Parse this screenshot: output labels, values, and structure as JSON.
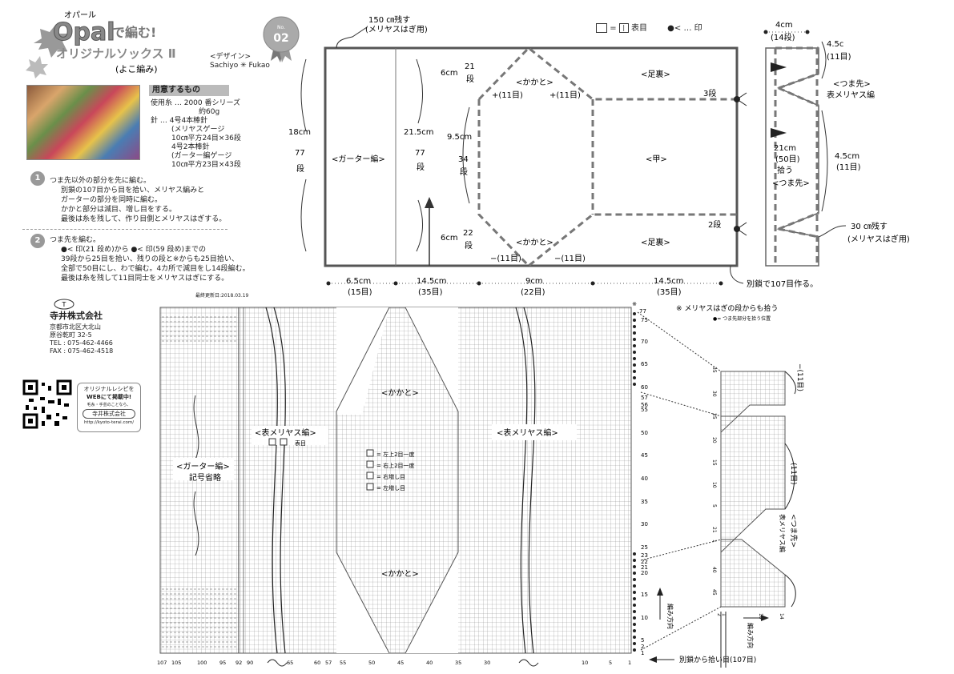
{
  "header": {
    "brand_small": "オパール",
    "brand": "Opal",
    "brand_suffix": "で編む!",
    "title": "オリジナルソックス Ⅱ",
    "subtitle": "(よこ編み)",
    "badge_label": "No.",
    "badge_number": "02",
    "designer_label": "<デザイン>",
    "designer_name": "Sachiyo ✳ Fukao"
  },
  "materials": {
    "title": "用意するもの",
    "yarn_label": "使用糸 … 2000 番シリーズ",
    "yarn_amount": "約60g",
    "needle_label": "針 … 4号4本棒針",
    "gauge1_title": "(メリヤスゲージ",
    "gauge1_value": "10㎝平方24目×36段",
    "needle2_label": "4号2本棒針",
    "gauge2_title": "(ガーター編ゲージ",
    "gauge2_value": "10㎝平方23目×43段"
  },
  "steps": [
    {
      "num": "1",
      "lines": [
        "つま先以外の部分を先に編む。",
        "別鎖の107目から目を拾い、メリヤス編みと",
        "ガーターの部分を同時に編む。",
        "かかと部分は減目、増し目をする。",
        "最後は糸を残して、作り目側とメリヤスはぎする。"
      ]
    },
    {
      "num": "2",
      "lines": [
        "つま先を編む。",
        "●< 印(21 段め)から ●< 印(59 段め)までの",
        "39段から25目を拾い、残りの段と※からも25目拾い、",
        "全部で50目にし、わで編む。4カ所で減目をし14段編む。",
        "最後は糸を残して11目同士をメリヤスはぎにする。"
      ]
    }
  ],
  "updated": "最終更新日:2018.03.19",
  "company": {
    "name": "寺井株式会社",
    "address1": "京都市北区大北山",
    "address2": "原谷乾町 32-5",
    "tel": "TEL : 075-462-4466",
    "fax": "FAX : 075-462-4518"
  },
  "web": {
    "line1": "オリジナルレシピを",
    "line2": "WEBにて掲載中!",
    "line3": "毛糸・手芸のことなら、",
    "line4": "寺井株式会社",
    "url": "http://kyoto-terai.com/"
  },
  "legend_top": {
    "plain": "表目",
    "mark": "… 印"
  },
  "schematic": {
    "leave_150": "150 ㎝残す",
    "leave_150_sub": "(メリヤスはぎ用)",
    "h18": "18cm",
    "h18_rows": "77",
    "h18_unit": "段",
    "h21_5": "21.5cm",
    "h21_5_rows": "77",
    "h21_5_unit": "段",
    "h9_5": "9.5cm",
    "h9_5_rows": "34",
    "h9_5_unit": "段",
    "h6_top": "6cm",
    "h6_top_rows": "21",
    "h6_top_unit": "段",
    "h6_bot": "6cm",
    "h6_bot_rows": "22",
    "h6_bot_unit": "段",
    "garter": "<ガーター編>",
    "heel_top": "<かかと>",
    "heel_bot": "<かかと>",
    "sole_top": "<足裏>",
    "sole_bot": "<足裏>",
    "instep": "<甲>",
    "plus_left": "+(11目)",
    "plus_right": "+(11目)",
    "minus_left": "−(11目)",
    "minus_right": "−(11目)",
    "rows3": "3段",
    "rows2": "2段",
    "w6_5": "6.5cm",
    "w6_5_st": "(15目)",
    "w14_5a": "14.5cm",
    "w14_5a_st": "(35目)",
    "w9": "9cm",
    "w9_st": "(22目)",
    "w14_5b": "14.5cm",
    "w14_5b_st": "(35目)",
    "cast_on": "別鎖で107目作る。",
    "toe_w": "4cm",
    "toe_w_rows": "(14段)",
    "toe_45a": "4.5c",
    "toe_45a_st": "(11目)",
    "toe_label": "<つま先>",
    "toe_stitch": "表メリヤス編",
    "toe_21": "21cm",
    "toe_21_st": "(50目)",
    "toe_21_pick": "拾う",
    "toe_label2": "<つま先>",
    "toe_45b": "4.5cm",
    "toe_45b_st": "(11目)",
    "leave_30": "30 ㎝残す",
    "leave_30_sub": "(メリヤスはぎ用)"
  },
  "chart": {
    "note_star": "※ メリヤスはぎの段からも拾う",
    "note_dot": "●= つま先部分を拾う位置",
    "garter_label": "<ガーター編>",
    "garter_sub": "記号省略",
    "stockinette_left": "<表メリヤス編>",
    "stockinette_left_sub": "表目",
    "stockinette_right": "<表メリヤス編>",
    "heel_top": "<かかと>",
    "heel_bot": "<かかと>",
    "sym1": "= 左上2目一度",
    "sym2": "= 右上2目一度",
    "sym3": "= 右増し目",
    "sym4": "= 左増し目",
    "direction": "編み方向",
    "pickup": "別鎖から拾い目(107目)",
    "x_ticks": [
      "107",
      "105",
      "100",
      "95",
      "92",
      "90",
      "65",
      "60",
      "57",
      "55",
      "50",
      "45",
      "40",
      "35",
      "30",
      "10",
      "5",
      "1"
    ],
    "y_ticks": [
      "75",
      "70",
      "65",
      "60",
      "57",
      "56",
      "55",
      "50",
      "45",
      "40",
      "35",
      "30",
      "25",
      "23",
      "22",
      "21",
      "20",
      "15",
      "10",
      "5",
      "2",
      "1"
    ],
    "row77": "77",
    "toe_minus": "−(11目)",
    "toe_eleven": "(11目)",
    "toe_label": "<つま先>",
    "toe_stitch": "表メリヤス編",
    "toe_y_ticks": [
      "35",
      "30",
      "25",
      "20",
      "15",
      "10",
      "5",
      "21",
      "40",
      "45",
      "1"
    ],
    "toe_x_ticks": [
      "2",
      "1",
      "10",
      "14"
    ],
    "toe_direction": "編み方向"
  }
}
